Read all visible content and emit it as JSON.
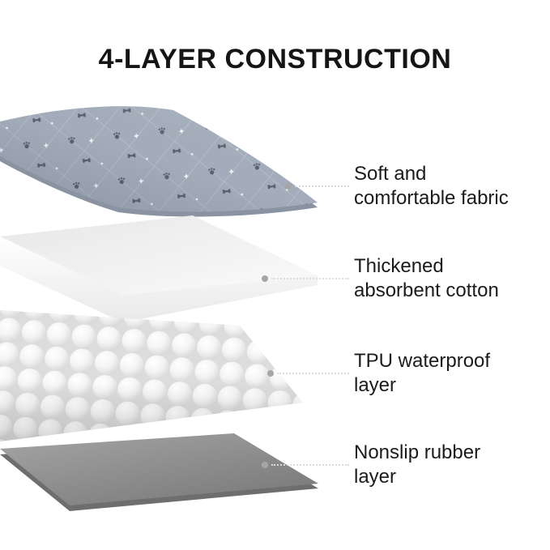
{
  "title": "4-LAYER CONSTRUCTION",
  "annotations": [
    {
      "layer": "fabric",
      "lines": [
        "Soft and",
        "comfortable fabric"
      ]
    },
    {
      "layer": "absorbent-cotton",
      "lines": [
        "Thickened",
        "absorbent cotton"
      ]
    },
    {
      "layer": "tpu-waterproof",
      "lines": [
        "TPU waterproof",
        "layer"
      ]
    },
    {
      "layer": "nonslip-rubber",
      "lines": [
        "Nonslip rubber",
        "layer"
      ]
    }
  ],
  "layers": [
    {
      "name": "soft-fabric",
      "color": "#a8b2bf"
    },
    {
      "name": "absorbent-cotton",
      "color": "#f2f2f2"
    },
    {
      "name": "tpu-waterproof",
      "color": "#ececec"
    },
    {
      "name": "nonslip-rubber",
      "color": "#8f8f8f"
    }
  ]
}
